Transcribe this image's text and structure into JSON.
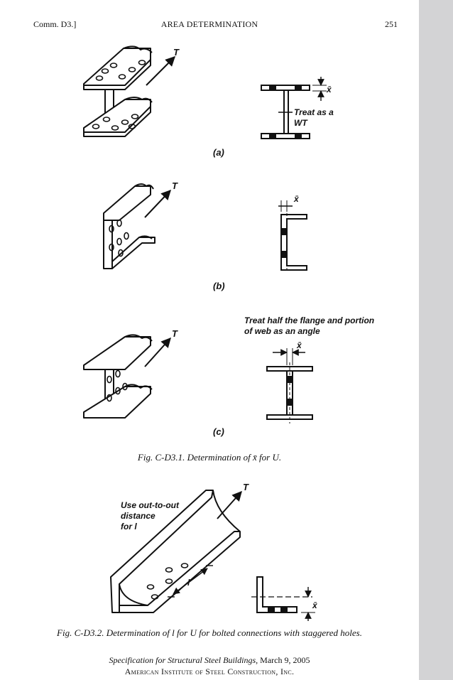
{
  "header": {
    "left": "Comm. D3.]",
    "center": "AREA DETERMINATION",
    "page_number": "251"
  },
  "figure1": {
    "panel_a": {
      "label": "(a)",
      "load": "T",
      "xbar": "x̄",
      "note_line1": "Treat as a",
      "note_line2": "WT"
    },
    "panel_b": {
      "label": "(b)",
      "load": "T",
      "xbar": "x̄"
    },
    "panel_c": {
      "label": "(c)",
      "load": "T",
      "xbar": "x̄",
      "note_line1": "Treat half the flange and portion",
      "note_line2": "of web as an angle"
    },
    "caption": "Fig.  C-D3.1.  Determination of x̄ for U."
  },
  "figure2": {
    "load": "T",
    "note_line1": "Use out-to-out",
    "note_line2": "distance",
    "note_line3": "for l",
    "length": "l",
    "xbar": "x̄",
    "caption": "Fig.  C-D3.2.  Determination of l for U for bolted connections with staggered holes."
  },
  "footer": {
    "spec_title": "Specification for Structural Steel Buildings,",
    "spec_date": " March 9, 2005",
    "institute": "American Institute of Steel Construction, Inc."
  }
}
